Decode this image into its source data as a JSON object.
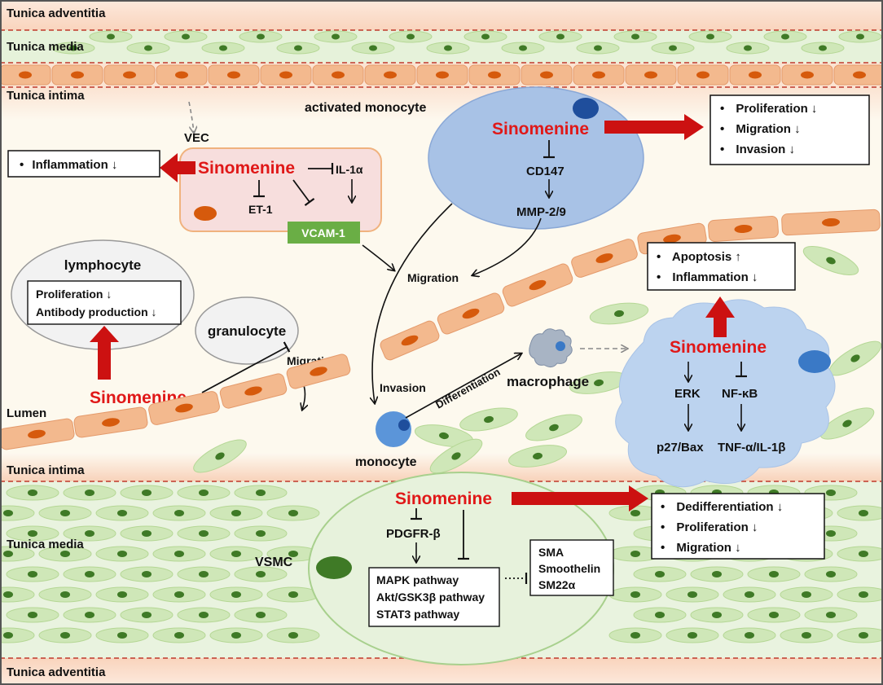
{
  "layers": {
    "tunica_adventitia_top": "Tunica adventitia",
    "tunica_media_top": "Tunica media",
    "tunica_intima_top": "Tunica intima",
    "lumen": "Lumen",
    "tunica_intima_bottom": "Tunica intima",
    "tunica_media_bottom": "Tunica media",
    "tunica_adventitia_bottom": "Tunica adventitia"
  },
  "drug": "Sinomenine",
  "vec": {
    "label": "VEC",
    "il1a": "IL-1α",
    "et1": "ET-1",
    "vcam1": "VCAM-1",
    "effects": [
      "Inflammation ↓"
    ]
  },
  "activated_monocyte": {
    "label": "activated monocyte",
    "cd147": "CD147",
    "mmp": "MMP-2/9",
    "effects": [
      "Proliferation ↓",
      "Migration ↓",
      "Invasion ↓"
    ]
  },
  "lymphocyte": {
    "label": "lymphocyte",
    "effects": [
      "Proliferation ↓",
      "Antibody production ↓"
    ]
  },
  "granulocyte": {
    "label": "granulocyte"
  },
  "arrows_text": {
    "migration_top": "Migration",
    "migration_granulocyte": "Migration",
    "invasion": "Invasion",
    "differentiation": "Differentiation"
  },
  "macrophage": {
    "label": "macrophage",
    "erk": "ERK",
    "nfkb": "NF-κB",
    "p27": "p27/Bax",
    "tnf": "TNF-α/IL-1β",
    "effects": [
      "Apoptosis ↑",
      "Inflammation ↓"
    ]
  },
  "monocyte": {
    "label": "monocyte"
  },
  "vsmc": {
    "label": "VSMC",
    "pdgfr": "PDGFR-β",
    "pathways": [
      "MAPK pathway",
      "Akt/GSK3β pathway",
      "STAT3 pathway"
    ],
    "markers": [
      "SMA",
      "Smoothelin",
      "SM22α"
    ],
    "effects": [
      "Dedifferentiation ↓",
      "Proliferation ↓",
      "Migration ↓"
    ]
  },
  "colors": {
    "drug_red": "#e01818",
    "adventitia": "#fbdcc9",
    "media": "#e4f1d8",
    "intima_cell": "#f3b98e",
    "nucleus_orange": "#d65a0c",
    "nucleus_green": "#3f7a26",
    "blue_cell": "#a6c1e6",
    "vsmc_cell": "#e6f1da"
  }
}
